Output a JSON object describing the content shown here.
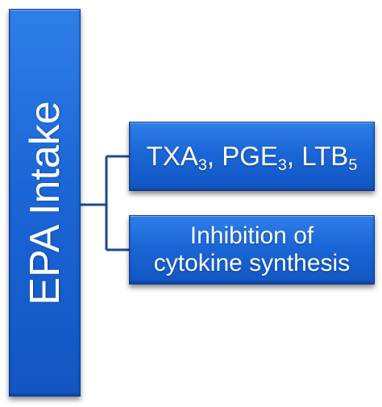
{
  "root": {
    "label": "EPA Intake"
  },
  "children": [
    {
      "parts": [
        {
          "text": "TXA"
        },
        {
          "sub": "3"
        },
        {
          "text": ", PGE"
        },
        {
          "sub": "3"
        },
        {
          "text": ", LTB"
        },
        {
          "sub": "5"
        }
      ]
    },
    {
      "lines": [
        "Inhibition of",
        "cytokine synthesis"
      ]
    }
  ],
  "colors": {
    "box_fill": "#1b66d6",
    "box_border": "#0b3a8c",
    "connector": "#1a4a8a",
    "text": "#ffffff"
  }
}
